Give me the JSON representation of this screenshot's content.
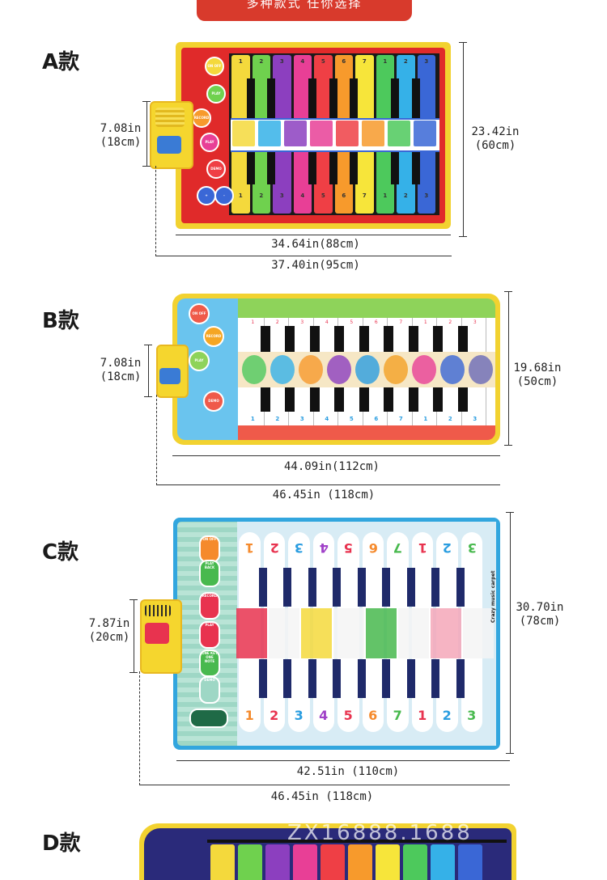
{
  "banner": {
    "text": "多种款式 任你选择"
  },
  "models": [
    {
      "title": "A款",
      "speaker_dim": "7.08in\n(18cm)",
      "height_dim": "23.42in\n(60cm)",
      "mat_width": "34.64in(88cm)",
      "total_width": "37.40in(95cm)"
    },
    {
      "title": "B款",
      "speaker_dim": "7.08in\n(18cm)",
      "height_dim": "19.68in\n(50cm)",
      "mat_width": "44.09in(112cm)",
      "total_width": "46.45in (118cm)"
    },
    {
      "title": "C款",
      "speaker_dim": "7.87in\n(20cm)",
      "height_dim": "30.70in\n(78cm)",
      "mat_width": "42.51in (110cm)",
      "total_width": "46.45in (118cm)"
    },
    {
      "title": "D款"
    }
  ],
  "mat_a": {
    "key_colors": [
      "#f4d93c",
      "#6fd14e",
      "#8c3fbf",
      "#e83f96",
      "#ef3f45",
      "#f79a2c",
      "#f7e53a",
      "#4dc95c",
      "#35b1e8",
      "#3a67d6"
    ],
    "numbers": [
      "1",
      "2",
      "3",
      "4",
      "5",
      "6",
      "7",
      "1",
      "2",
      "3"
    ],
    "buttons": [
      "ON OFF",
      "PLAY BACK",
      "RECORD",
      "PLAY",
      "DEMO",
      "+",
      "-"
    ],
    "colors": {
      "border": "#f2d230",
      "panel": "#e02a2a",
      "keyboard_bg": "#1a1a1a"
    }
  },
  "mat_b": {
    "numbers": [
      "1",
      "2",
      "3",
      "4",
      "5",
      "6",
      "7",
      "1",
      "2",
      "3"
    ],
    "buttons": [
      "ON OFF",
      "RECORD",
      "PLAY",
      "DEMO"
    ],
    "colors": {
      "border": "#f2d230",
      "panel": "#6ac4ee",
      "top": "#8ed35a",
      "bottom": "#ef5a4a"
    }
  },
  "mat_c": {
    "key_colors": [
      "#f58a2c",
      "#e8334f",
      "#2a9de0",
      "#a041c8",
      "#e8334f",
      "#f58a2c",
      "#48b94e",
      "#e8334f",
      "#2a9de0",
      "#48b94e"
    ],
    "numbers": [
      "1",
      "2",
      "3",
      "4",
      "5",
      "6",
      "7",
      "1",
      "2",
      "3"
    ],
    "buttons": [
      "ON OFF",
      "PLAY BACK",
      "RECORD",
      "PLAY",
      "ONE KEY ONE NOTE",
      "DEMO"
    ],
    "side_label": "Crazy music carpet",
    "colors": {
      "border": "#32a6de",
      "panel": "#9ed7c5",
      "stripe": "#1f2a6a"
    }
  },
  "mat_d": {
    "key_colors": [
      "#f4d93c",
      "#6fd14e",
      "#8c3fbf",
      "#e83f96",
      "#ef3f45",
      "#f79a2c",
      "#f7e53a",
      "#4dc95c",
      "#35b1e8",
      "#3a67d6"
    ],
    "colors": {
      "border": "#f2d230",
      "panel": "#2a2a7a"
    }
  },
  "watermark": "ZX16888.1688"
}
